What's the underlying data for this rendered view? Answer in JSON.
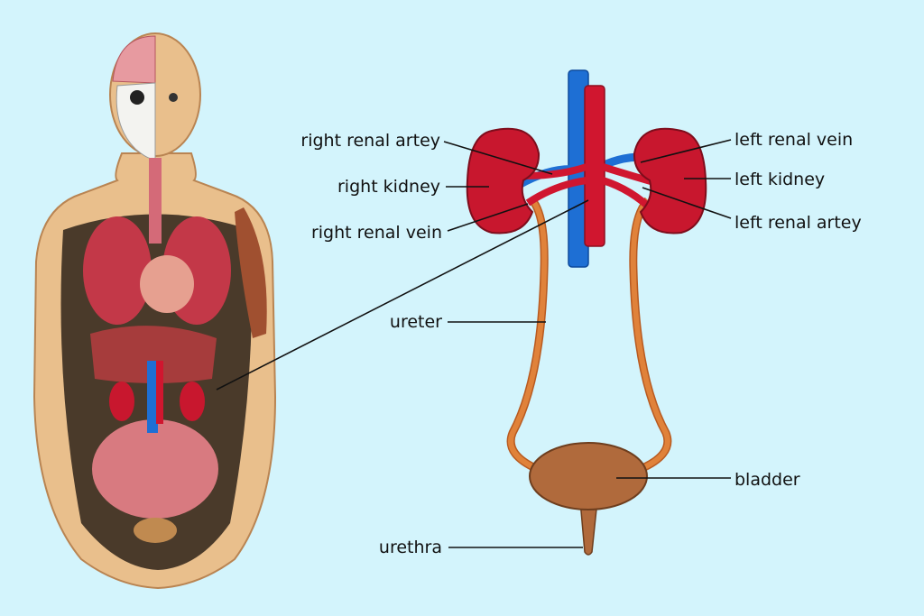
{
  "labels": {
    "right_renal_artery": "right renal artey",
    "right_kidney": "right kidney",
    "right_renal_vein": "right renal vein",
    "ureter": "ureter",
    "urethra": "urethra",
    "left_renal_vein": "left renal vein",
    "left_kidney": "left kidney",
    "left_renal_artery": "left renal artey",
    "bladder": "bladder"
  },
  "colors": {
    "background": "#d3f4fc",
    "kidney": "#c8172e",
    "artery": "#d0162f",
    "vein": "#1e6fd4",
    "ureter": "#e0823a",
    "bladder": "#b06a3c",
    "skin": "#e9bf8c"
  }
}
